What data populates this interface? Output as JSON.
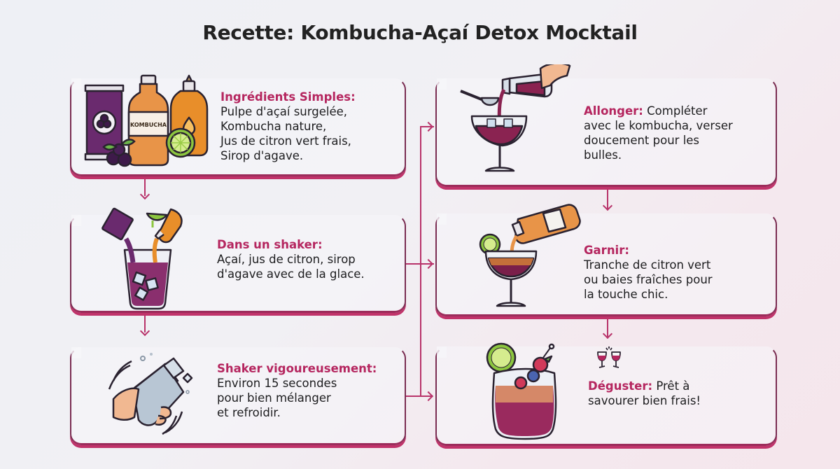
{
  "title": "Recette: Kombucha-Açaí Detox Mocktail",
  "colors": {
    "accent": "#b5265f",
    "border": "#7a2d52",
    "shadow": "#c0336a",
    "text": "#1d1d1f",
    "acai_purple": "#5b1f5e",
    "kombucha_orange": "#e8923a",
    "lime_green": "#8cc63f"
  },
  "steps": [
    {
      "heading": "Ingrédients Simples:",
      "lines": [
        "Pulpe d'açaí surgelée,",
        "Kombucha nature,",
        "Jus de citron vert frais,",
        "Sirop d'agave."
      ],
      "illustration": "ingredients-icon"
    },
    {
      "heading": "Dans un shaker:",
      "lines": [
        "Açaí, jus de citron, sirop",
        "d'agave avec de la glace."
      ],
      "illustration": "pouring-into-glass-icon"
    },
    {
      "heading": "Shaker vigoureusement:",
      "lines": [
        "Environ 15 secondes",
        "pour bien mélanger",
        "et refroidir."
      ],
      "illustration": "shaker-hand-icon"
    },
    {
      "heading": "Allonger:",
      "inline_text": "Compléter",
      "lines": [
        "avec le kombucha, verser",
        "doucement pour les",
        "bulles."
      ],
      "illustration": "strain-pour-coupe-icon"
    },
    {
      "heading": "Garnir:",
      "lines": [
        "Tranche de citron vert",
        "ou baies fraîches pour",
        "la touche chic."
      ],
      "illustration": "garnish-coupe-icon"
    },
    {
      "heading": "Déguster:",
      "inline_text": "Prêt à",
      "lines": [
        "savourer bien frais!"
      ],
      "illustration": "finished-drink-icon",
      "badge": "cheers-icon"
    }
  ],
  "illustration_labels": {
    "kombucha_bottle": "KOMBUCHA"
  }
}
